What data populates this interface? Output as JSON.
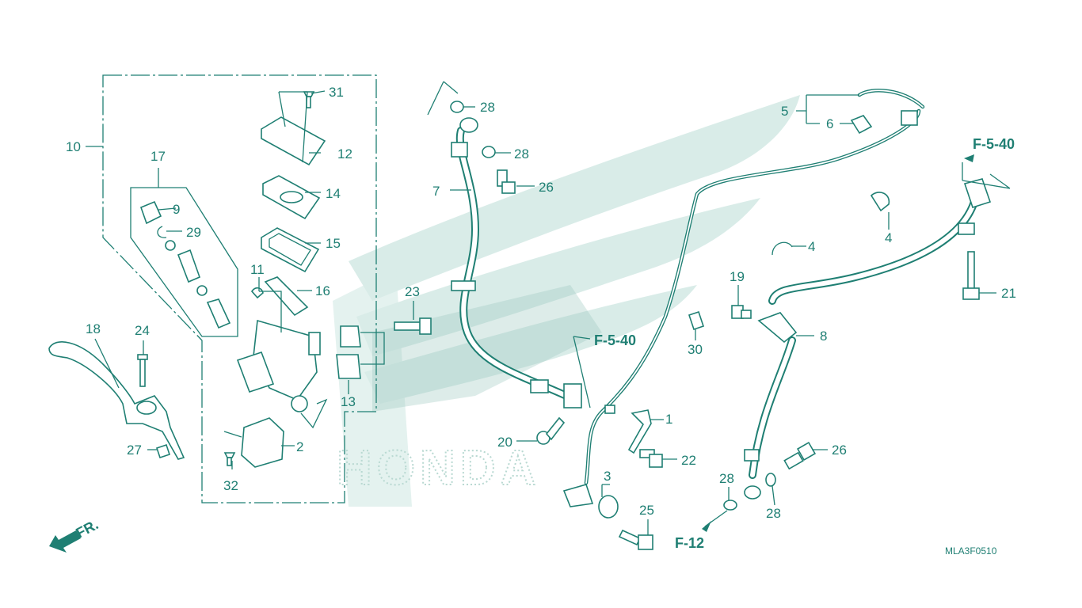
{
  "diagram": {
    "drawing_code": "MLA3F0510",
    "front_label": "FR.",
    "watermark_brand": "HONDA",
    "colors": {
      "line": "#1f7f73",
      "watermark": "#cfe6e1",
      "background": "#ffffff"
    },
    "ref_labels": {
      "f540_top": "F-5-40",
      "f540_mid": "F-5-40",
      "f12": "F-12"
    },
    "part_labels": {
      "p1": "1",
      "p2": "2",
      "p3": "3",
      "p4a": "4",
      "p4b": "4",
      "p5": "5",
      "p6": "6",
      "p7": "7",
      "p8": "8",
      "p9": "9",
      "p10": "10",
      "p11": "11",
      "p12": "12",
      "p13": "13",
      "p14": "14",
      "p15": "15",
      "p16": "16",
      "p17": "17",
      "p18": "18",
      "p19": "19",
      "p20": "20",
      "p21": "21",
      "p22": "22",
      "p23": "23",
      "p24": "24",
      "p25": "25",
      "p26a": "26",
      "p26b": "26",
      "p27": "27",
      "p28a": "28",
      "p28b": "28",
      "p28c": "28",
      "p28d": "28",
      "p29": "29",
      "p30": "30",
      "p31": "31",
      "p32": "32"
    }
  }
}
